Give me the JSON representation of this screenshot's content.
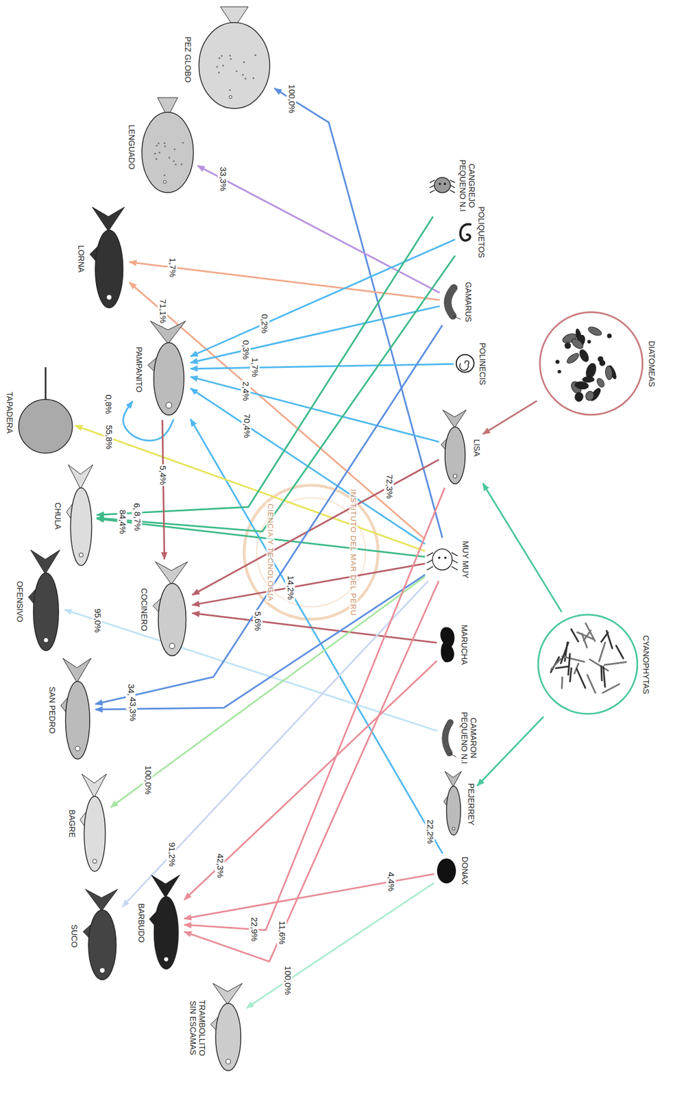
{
  "diagram": {
    "nodes": [
      {
        "text": [
          "PEZ GLOBO"
        ]
      },
      {
        "text": [
          "LENGUADO"
        ]
      },
      {
        "text": [
          "LORNA"
        ]
      },
      {
        "text": [
          "PAMPANITO"
        ]
      },
      {
        "text": [
          "TAPADERA"
        ]
      },
      {
        "text": [
          "CHULA"
        ]
      },
      {
        "text": [
          "OFENSIVO"
        ]
      },
      {
        "text": [
          "COCINERO"
        ]
      },
      {
        "text": [
          "SAN PEDRO"
        ]
      },
      {
        "text": [
          "BAGRE"
        ]
      },
      {
        "text": [
          "SUCO"
        ]
      },
      {
        "text": [
          "BARBUDO"
        ]
      },
      {
        "text": [
          "TRAMBOLLITO SIN ESCAMAS"
        ]
      },
      {
        "text": [
          "CANGREJO PEQUENO N.I"
        ]
      },
      {
        "text": [
          "POLIQUETOS"
        ]
      },
      {
        "text": [
          "GAMARUS"
        ]
      },
      {
        "text": [
          "POLINECIS"
        ]
      },
      {
        "text": [
          "LISA"
        ]
      },
      {
        "text": [
          "MUY MUY"
        ]
      },
      {
        "text": [
          "MARUCHA"
        ]
      },
      {
        "text": [
          "CAMARON PEQUENO N.I"
        ]
      },
      {
        "text": [
          "PEJERREY"
        ]
      },
      {
        "text": [
          "DONAX"
        ]
      },
      {
        "text": [
          "DIATOMEAS"
        ]
      },
      {
        "text": [
          "CYANOPHYTAS"
        ]
      }
    ],
    "edges": [
      {
        "from": 18,
        "to": 0,
        "arrow": "to",
        "label": "100,0%"
      },
      {
        "from": 15,
        "to": 1,
        "arrow": "to",
        "label": "33,3%"
      },
      {
        "from": 15,
        "to": 2,
        "arrow": "to",
        "label": "1,7%"
      },
      {
        "from": 18,
        "to": 2,
        "arrow": "to",
        "label": "71,1%"
      },
      {
        "from": 14,
        "to": 3,
        "arrow": "to",
        "label": "0,2%"
      },
      {
        "from": 15,
        "to": 3,
        "arrow": "to",
        "label": "0,3%"
      },
      {
        "from": 16,
        "to": 3,
        "arrow": "to",
        "label": "1,7%"
      },
      {
        "from": 17,
        "to": 3,
        "arrow": "to",
        "label": "2,4%"
      },
      {
        "from": 18,
        "to": 3,
        "arrow": "to",
        "label": "70,4%"
      },
      {
        "from": 22,
        "to": 3,
        "arrow": "to",
        "label": "22,2%"
      },
      {
        "from": 3,
        "to": 3,
        "arrow": "to",
        "label": "0,8%"
      },
      {
        "from": 18,
        "to": 4,
        "arrow": "to",
        "label": "55,8%"
      },
      {
        "from": 13,
        "to": 5,
        "arrow": "to",
        "label": "6,9%"
      },
      {
        "from": 14,
        "to": 5,
        "arrow": "to",
        "label": "8,7%"
      },
      {
        "from": 18,
        "to": 5,
        "arrow": "to",
        "label": "84,4%"
      },
      {
        "from": 20,
        "to": 6,
        "arrow": "to",
        "label": "95,0%"
      },
      {
        "from": 3,
        "to": 7,
        "arrow": "to",
        "label": "5,4%"
      },
      {
        "from": 17,
        "to": 7,
        "arrow": "to",
        "label": "72,3%"
      },
      {
        "from": 18,
        "to": 7,
        "arrow": "to",
        "label": "14,2%"
      },
      {
        "from": 19,
        "to": 7,
        "arrow": "to",
        "label": "5,6%"
      },
      {
        "from": 15,
        "to": 8,
        "arrow": "to",
        "label": "34,0%"
      },
      {
        "from": 18,
        "to": 8,
        "arrow": "to",
        "label": "43,3%"
      },
      {
        "from": 18,
        "to": 9,
        "arrow": "to",
        "label": "100,0%"
      },
      {
        "from": 18,
        "to": 10,
        "arrow": "to",
        "label": "91,2%"
      },
      {
        "from": 19,
        "to": 11,
        "arrow": "to",
        "label": "42,3%"
      },
      {
        "from": 22,
        "to": 11,
        "arrow": "to",
        "label": "4,4%"
      },
      {
        "from": 17,
        "to": 11,
        "arrow": "to",
        "label": "22,9%"
      },
      {
        "from": 18,
        "to": 11,
        "arrow": "to",
        "label": "11,6%"
      },
      {
        "from": 22,
        "to": 12,
        "arrow": "to",
        "label": "100,0%"
      },
      {
        "from": 23,
        "to": 17,
        "arrow": "to"
      },
      {
        "from": 24,
        "to": 17,
        "arrow": "to"
      },
      {
        "from": 24,
        "to": 21,
        "arrow": "to"
      }
    ],
    "labels": [
      "INSTITUTO DEL MAR DEL PERU",
      "CIENCIA Y TECNOLOGIA"
    ]
  }
}
